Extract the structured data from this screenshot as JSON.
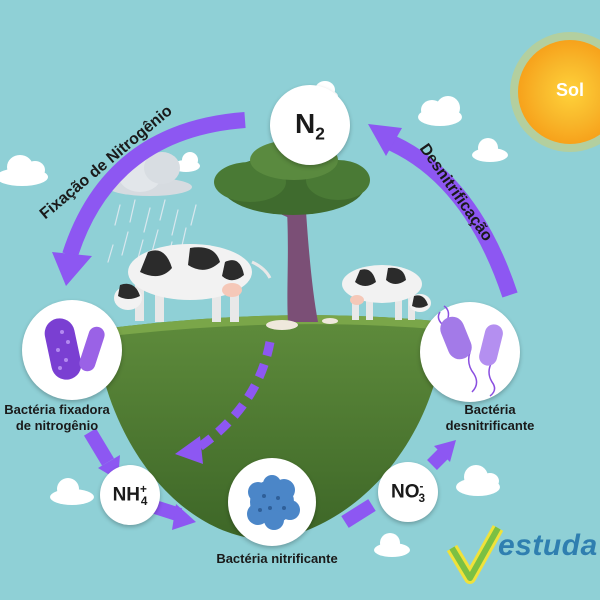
{
  "sun": {
    "label": "Sol"
  },
  "processes": {
    "fixation": "Fixação de Nitrogênio",
    "denitrification": "Desnitrificação"
  },
  "molecules": {
    "n2": {
      "base": "N",
      "sub": "2"
    },
    "nh4": {
      "base": "NH",
      "sub": "4",
      "sup": "+"
    },
    "no3": {
      "base": "NO",
      "sub": "3",
      "sup": "-"
    }
  },
  "bacteria": {
    "fixing_line1": "Bactéria fixadora",
    "fixing_line2": "de nitrogênio",
    "nitrifying": "Bactéria nitrificante",
    "denitrifying_line1": "Bactéria",
    "denitrifying_line2": "desnitrificante"
  },
  "logo": {
    "text": "estuda"
  },
  "colors": {
    "arrow": "#8d57f2",
    "sky": "#8fd0d6",
    "ground": "#4f7a33",
    "sun": "#f7a21b"
  }
}
